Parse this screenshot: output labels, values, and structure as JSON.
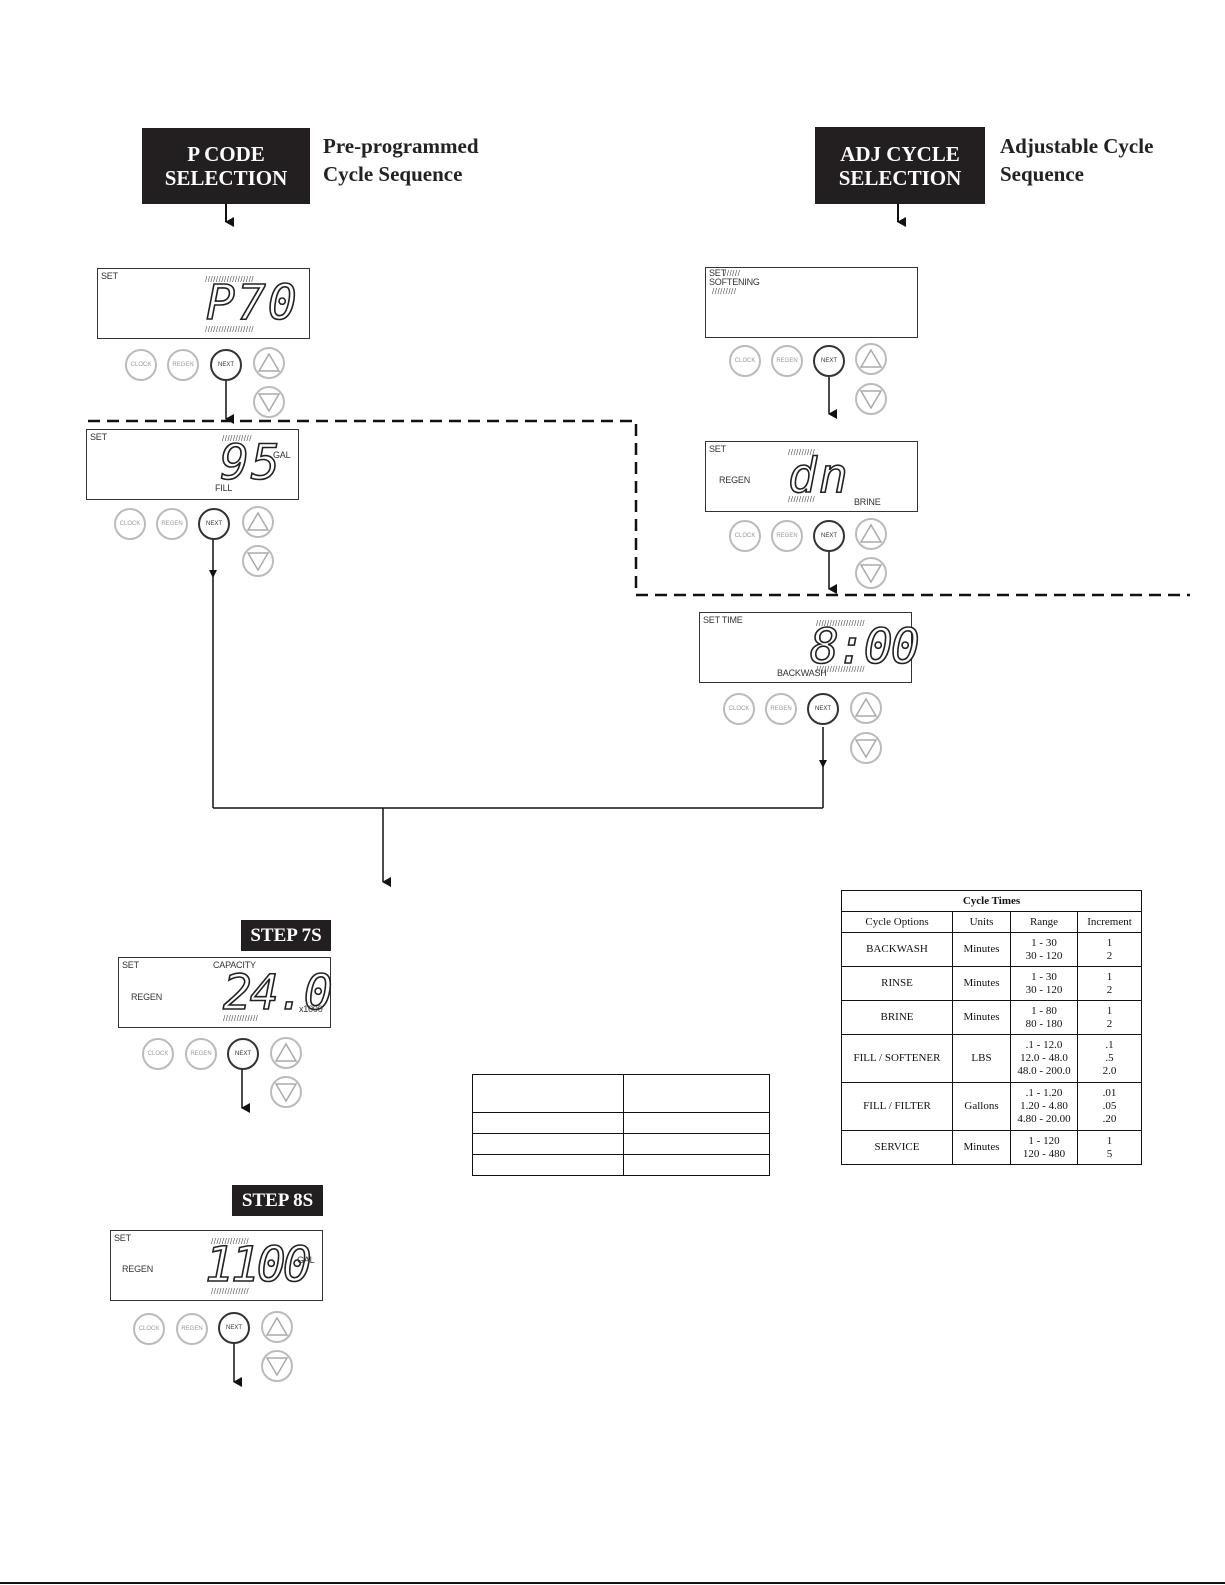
{
  "left_header": {
    "line1": "P CODE",
    "line2": "SELECTION",
    "desc_line1": "Pre-programmed",
    "desc_line2": "Cycle Sequence"
  },
  "right_header": {
    "line1": "ADJ CYCLE",
    "line2": "SELECTION",
    "desc_line1": "Adjustable Cycle",
    "desc_line2": "Sequence"
  },
  "buttons": {
    "clock": "CLOCK",
    "regen": "REGEN",
    "next": "NEXT"
  },
  "screens": {
    "p70": {
      "set": "SET",
      "value": "P70"
    },
    "fill95": {
      "set": "SET",
      "value": "95",
      "unit": "GAL",
      "sub": "FILL"
    },
    "softening": {
      "set": "SET",
      "mode": "SOFTENING"
    },
    "regen_dn": {
      "set": "SET",
      "regen": "REGEN",
      "value": "dn",
      "sub": "BRINE"
    },
    "backwash": {
      "set": "SET TIME",
      "value": "8:00",
      "sub": "BACKWASH"
    },
    "step7": {
      "tag": "STEP 7S",
      "set": "SET",
      "capacity": "CAPACITY",
      "regen": "REGEN",
      "value": "24.0",
      "unit": "x1000"
    },
    "step8": {
      "tag": "STEP 8S",
      "set": "SET",
      "regen": "REGEN",
      "value": "1100",
      "unit": "GAL"
    }
  },
  "cycle_table": {
    "title": "Cycle Times",
    "headers": [
      "Cycle Options",
      "Units",
      "Range",
      "Increment"
    ],
    "rows": [
      {
        "option": "BACKWASH",
        "units": "Minutes",
        "range": [
          "1 - 30",
          "30 - 120"
        ],
        "increment": [
          "1",
          "2"
        ]
      },
      {
        "option": "RINSE",
        "units": "Minutes",
        "range": [
          "1 - 30",
          "30 - 120"
        ],
        "increment": [
          "1",
          "2"
        ]
      },
      {
        "option": "BRINE",
        "units": "Minutes",
        "range": [
          "1 - 80",
          "80 - 180"
        ],
        "increment": [
          "1",
          "2"
        ]
      },
      {
        "option": "FILL / SOFTENER",
        "units": "LBS",
        "range": [
          ".1 - 12.0",
          "12.0 - 48.0",
          "48.0 - 200.0"
        ],
        "increment": [
          ".1",
          ".5",
          "2.0"
        ]
      },
      {
        "option": "FILL / FILTER",
        "units": "Gallons",
        "range": [
          ".1 - 1.20",
          "1.20 - 4.80",
          "4.80 - 20.00"
        ],
        "increment": [
          ".01",
          ".05",
          ".20"
        ]
      },
      {
        "option": "SERVICE",
        "units": "Minutes",
        "range": [
          "1 - 120",
          "120 - 480"
        ],
        "increment": [
          "1",
          "5"
        ]
      }
    ]
  }
}
